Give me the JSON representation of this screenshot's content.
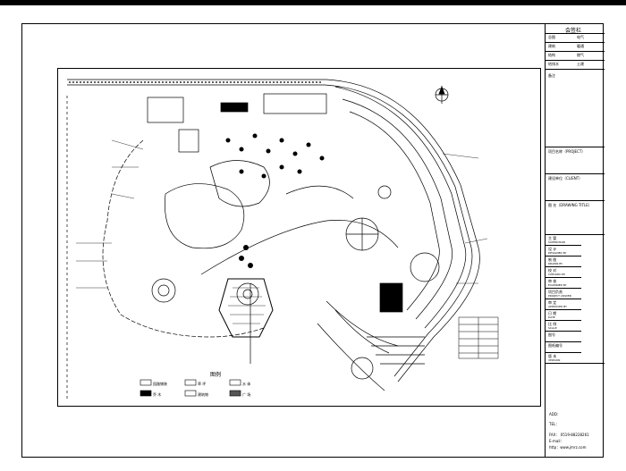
{
  "signoff": {
    "title": "会签栏",
    "left_cols": [
      "总图",
      "建筑",
      "结构",
      "给排水"
    ],
    "right_cols": [
      "电气",
      "暖通",
      "燃气",
      "土建"
    ],
    "remark": "备注"
  },
  "project": {
    "name_label": "项目名称（PROJECT）"
  },
  "client": {
    "label": "建设单位（CLIENT）"
  },
  "drawing": {
    "label": "图 名（DRAWING TITLE）"
  },
  "roles": [
    {
      "cn": "主 管",
      "en": "SUPERVISOR"
    },
    {
      "cn": "设 计",
      "en": "DESIGNED BY"
    },
    {
      "cn": "制 图",
      "en": "DRAWN BY"
    },
    {
      "cn": "校 对",
      "en": "CHECKED BY"
    },
    {
      "cn": "审 核",
      "en": "EXAMINED BY"
    },
    {
      "cn": "项目负责",
      "en": "PROJECT LEADER"
    },
    {
      "cn": "审 定",
      "en": "APPROVED BY"
    },
    {
      "cn": "日 期",
      "en": "DATE"
    },
    {
      "cn": "比 例",
      "en": "SCALE"
    },
    {
      "cn": "图号",
      "en": ""
    },
    {
      "cn": "图纸编号",
      "en": ""
    },
    {
      "cn": "版 本",
      "en": "VERSION"
    }
  ],
  "contact": {
    "addr": "ADD：",
    "tel": "TEL：",
    "fax": "FAX： 0519-88228261",
    "email": "E-mail：",
    "web": "http：www.jmrz.com"
  },
  "legend": {
    "title": "图例",
    "items": [
      "园路铺装",
      "草 坪",
      "水 体",
      "乔 木",
      "建筑物",
      "广 场"
    ]
  },
  "colors": {
    "line": "#000000",
    "paper": "#ffffff"
  }
}
